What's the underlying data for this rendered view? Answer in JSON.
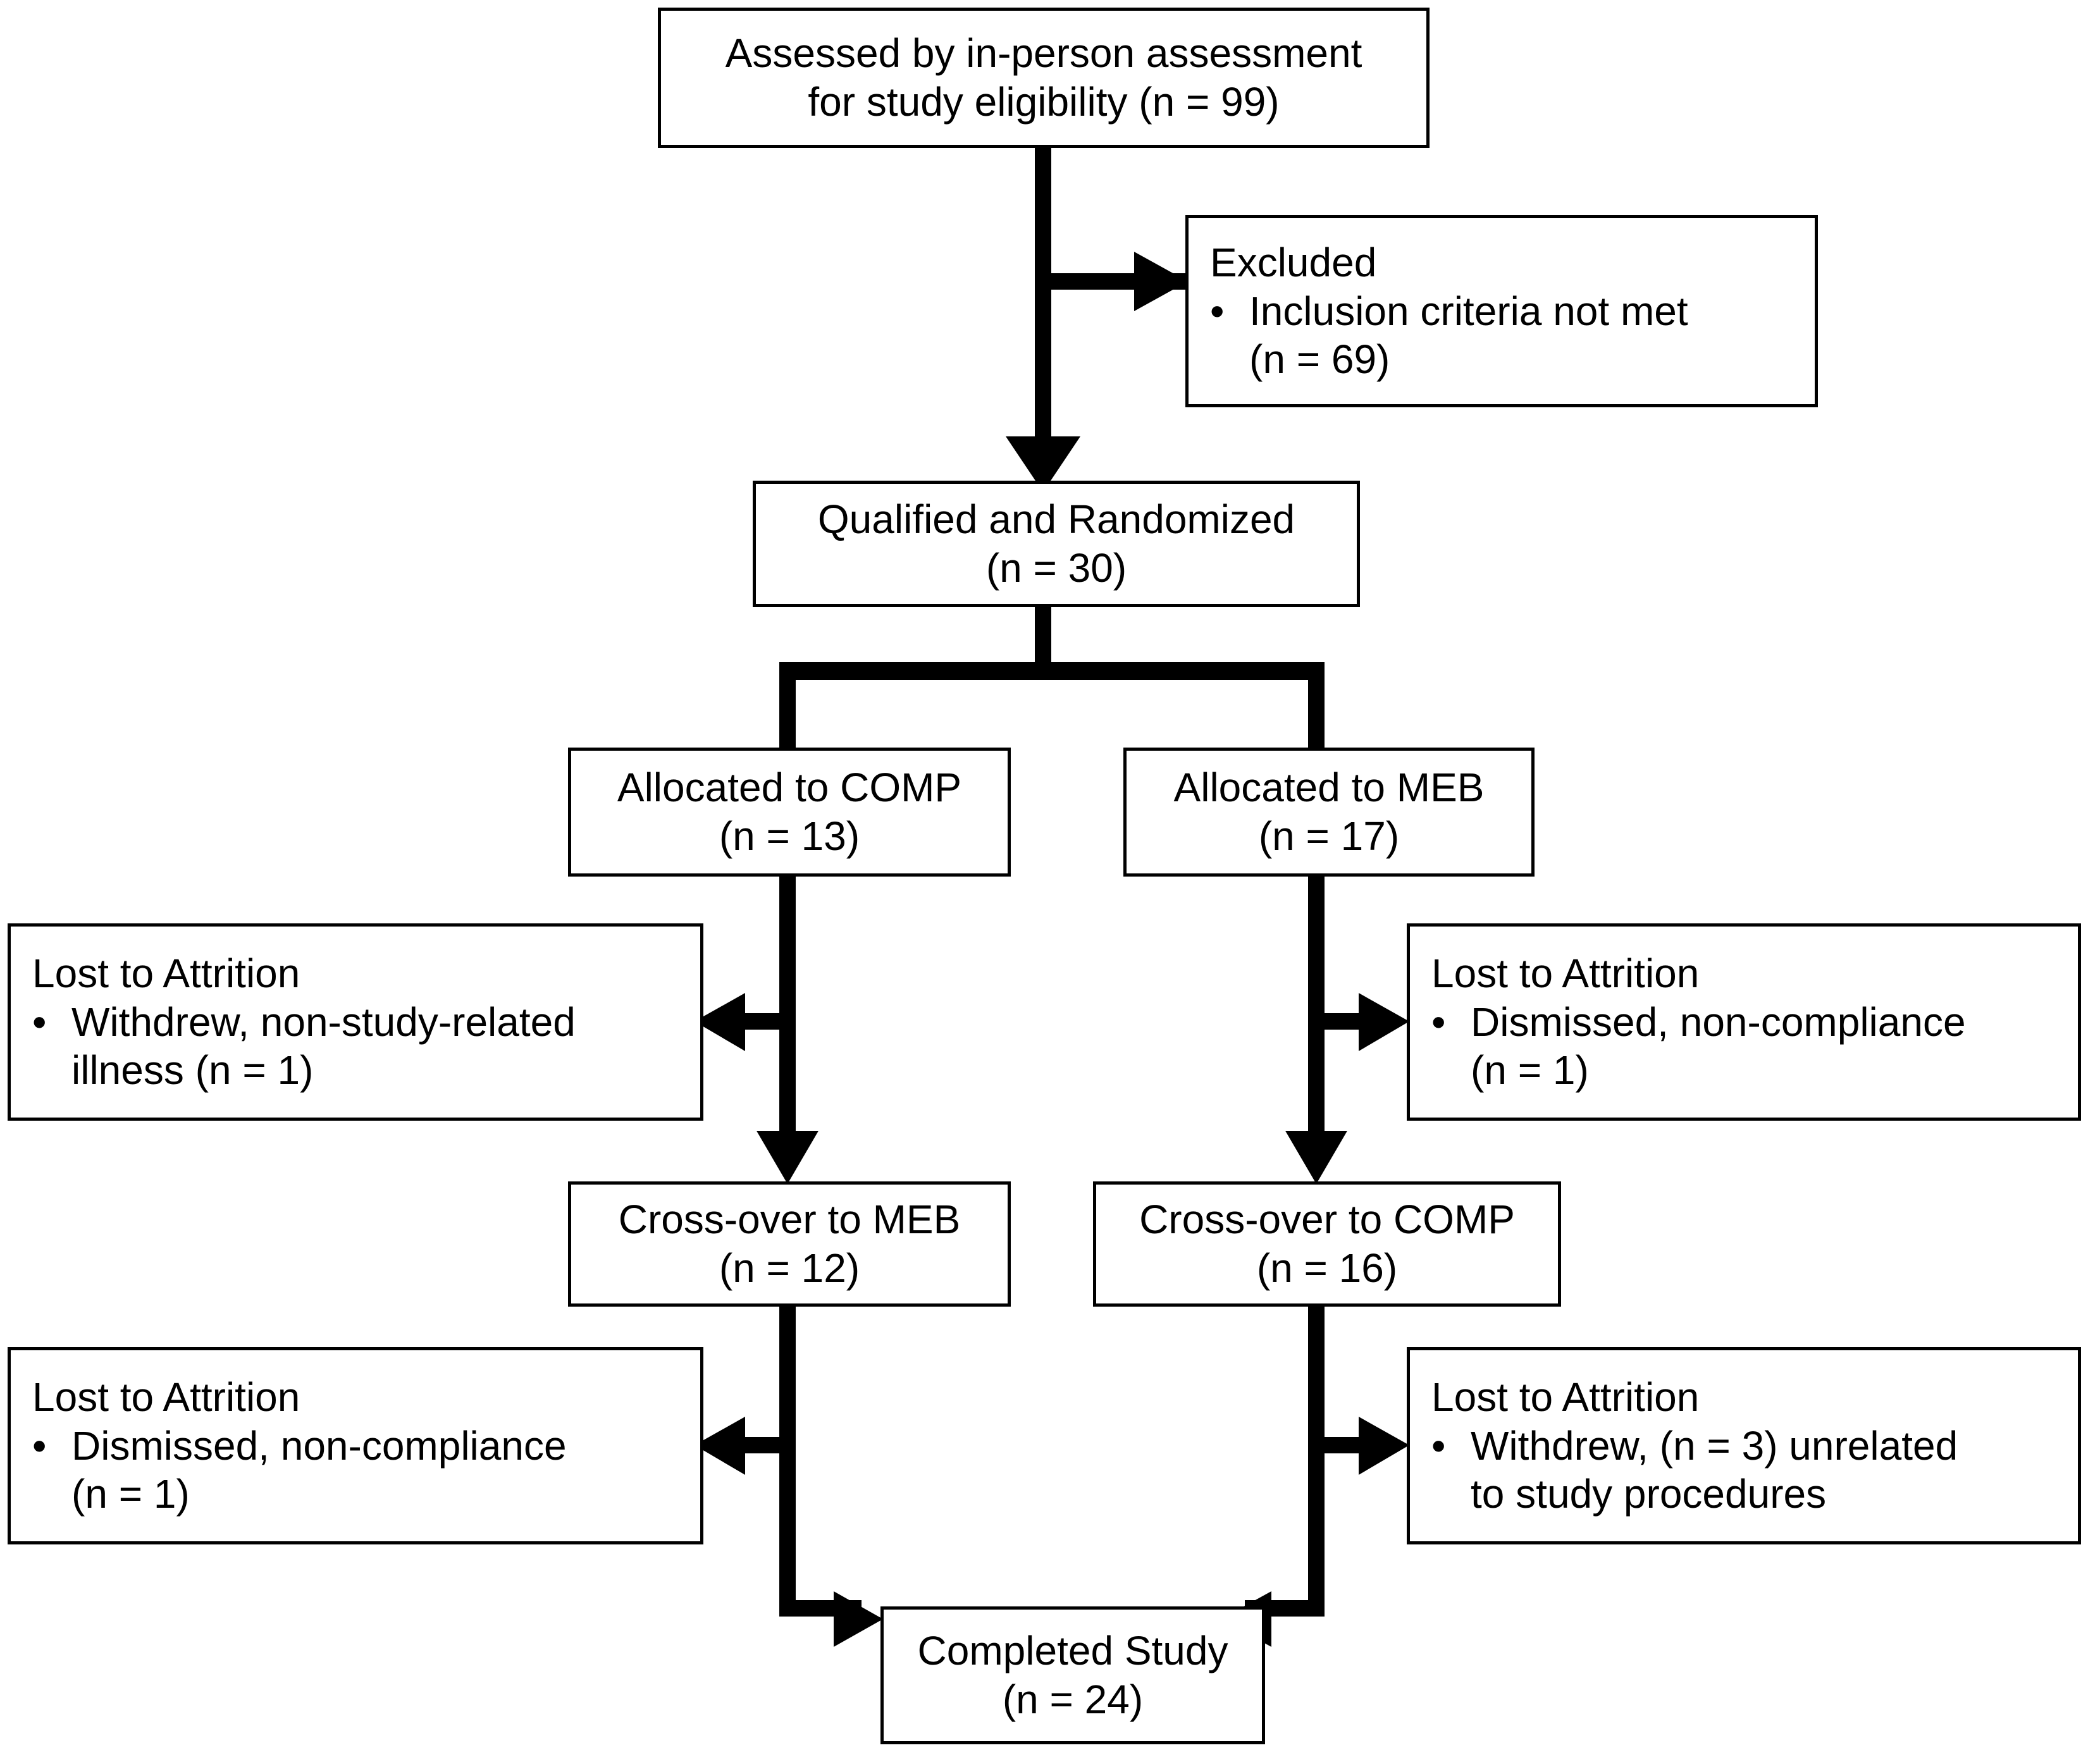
{
  "diagram": {
    "type": "consort-flow-diagram",
    "title": "CONSORT participant flow diagram",
    "colors": {
      "background": "#ffffff",
      "box_border": "#000000",
      "box_fill": "#ffffff",
      "text": "#000000",
      "connector": "#000000"
    }
  },
  "nodes": {
    "assessed": {
      "id": "assessed",
      "lines": [
        "Assessed by in-person assessment",
        "for study eligibility (n = 99)"
      ],
      "n": 99
    },
    "excluded": {
      "id": "excluded",
      "heading": "Excluded",
      "bullets": [
        {
          "glyph": "•",
          "lines": [
            "Inclusion criteria not met",
            "(n = 69)"
          ],
          "n": 69
        }
      ]
    },
    "randomized": {
      "id": "randomized",
      "lines": [
        "Qualified and Randomized",
        "(n = 30)"
      ],
      "n": 30
    },
    "alloc_comp": {
      "id": "alloc_comp",
      "lines": [
        "Allocated to COMP",
        "(n = 13)"
      ],
      "n": 13
    },
    "alloc_meb": {
      "id": "alloc_meb",
      "lines": [
        "Allocated to MEB",
        "(n = 17)"
      ],
      "n": 17
    },
    "attrition_left_1": {
      "id": "attrition_left_1",
      "heading": "Lost to Attrition",
      "bullets": [
        {
          "glyph": "•",
          "lines": [
            "Withdrew, non-study-related",
            "illness (n = 1)"
          ],
          "n": 1
        }
      ]
    },
    "attrition_right_1": {
      "id": "attrition_right_1",
      "heading": "Lost to Attrition",
      "bullets": [
        {
          "glyph": "•",
          "lines": [
            "Dismissed, non-compliance",
            "(n = 1)"
          ],
          "n": 1
        }
      ]
    },
    "crossover_meb": {
      "id": "crossover_meb",
      "lines": [
        "Cross-over to MEB",
        "(n = 12)"
      ],
      "n": 12
    },
    "crossover_comp": {
      "id": "crossover_comp",
      "lines": [
        "Cross-over to COMP",
        "(n = 16)"
      ],
      "n": 16
    },
    "attrition_left_2": {
      "id": "attrition_left_2",
      "heading": "Lost to Attrition",
      "bullets": [
        {
          "glyph": "•",
          "lines": [
            "Dismissed, non-compliance",
            "(n = 1)"
          ],
          "n": 1
        }
      ]
    },
    "attrition_right_2": {
      "id": "attrition_right_2",
      "heading": "Lost to Attrition",
      "bullets": [
        {
          "glyph": "•",
          "lines": [
            "Withdrew, (n = 3) unrelated",
            "to study procedures"
          ],
          "n": 3
        }
      ]
    },
    "completed": {
      "id": "completed",
      "lines": [
        "Completed Study",
        "(n = 24)"
      ],
      "n": 24
    }
  },
  "edges": [
    {
      "from": "assessed",
      "to": "randomized",
      "kind": "vertical-arrow"
    },
    {
      "from": "assessed",
      "to": "excluded",
      "kind": "branch-right-arrow"
    },
    {
      "from": "randomized",
      "to": "alloc_comp",
      "kind": "split-left-arrow"
    },
    {
      "from": "randomized",
      "to": "alloc_meb",
      "kind": "split-right-arrow"
    },
    {
      "from": "alloc_comp",
      "to": "crossover_meb",
      "kind": "vertical-arrow"
    },
    {
      "from": "alloc_comp",
      "to": "attrition_left_1",
      "kind": "branch-left-arrow"
    },
    {
      "from": "alloc_meb",
      "to": "crossover_comp",
      "kind": "vertical-arrow"
    },
    {
      "from": "alloc_meb",
      "to": "attrition_right_1",
      "kind": "branch-right-arrow"
    },
    {
      "from": "crossover_meb",
      "to": "completed",
      "kind": "elbow-right-arrow"
    },
    {
      "from": "crossover_meb",
      "to": "attrition_left_2",
      "kind": "branch-left-arrow"
    },
    {
      "from": "crossover_comp",
      "to": "completed",
      "kind": "elbow-left-arrow"
    },
    {
      "from": "crossover_comp",
      "to": "attrition_right_2",
      "kind": "branch-right-arrow"
    }
  ]
}
